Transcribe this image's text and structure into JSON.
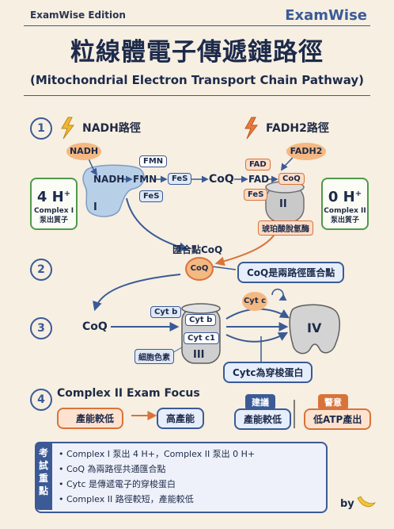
{
  "header": {
    "edition": "ExamWise Edition",
    "brand": "ExamWise"
  },
  "title": "粒線體電子傳遞鏈路徑",
  "subtitle": "(Mitochondrial Electron Transport Chain Pathway)",
  "section1": {
    "number": "1",
    "nadh_title": "NADH路徑",
    "fadh2_title": "FADH2路徑",
    "nadh_blob": "NADH",
    "fadh2_blob": "FADH2",
    "chain_nadh": "NADH",
    "chain_fmn": "FMN",
    "fmn_tag": "FMN",
    "fes_tag1": "FeS",
    "fes_tag2": "FeS",
    "coq": "CoQ",
    "fad_tag": "FAD",
    "chain_fad": "FAD",
    "coq_tag": "CoQ",
    "fes_tag3": "FeS",
    "complex1_roman": "I",
    "complex2_roman": "II",
    "left_box": {
      "value": "4 H",
      "sup": "+",
      "line1": "Complex I",
      "line2": "泵出質子"
    },
    "right_box": {
      "value": "0 H",
      "sup": "+",
      "line1": "Complex II",
      "line2": "泵出質子"
    },
    "succinate": "琥珀酸脫氫酶"
  },
  "section2": {
    "number": "2",
    "merge_label": "匯合點CoQ",
    "coq_circle": "CoQ",
    "note": "CoQ是兩路徑匯合點"
  },
  "section3": {
    "number": "3",
    "coq": "CoQ",
    "cytb_tag": "Cyt b",
    "cytb_inner": "Cyt b",
    "cytc1_inner": "Cyt c1",
    "complex3_roman": "III",
    "cytc": "Cyt c",
    "complex4_roman": "IV",
    "cyt_label": "細胞色素",
    "note": "Cytc為穿梭蛋白"
  },
  "section4": {
    "number": "4",
    "heading": "Complex II Exam Focus",
    "low_energy": "產能較低",
    "high_energy": "高產能",
    "suggest_head": "建議",
    "suggest_body": "產能較低",
    "warn_head": "警意",
    "warn_body": "低ATP產出"
  },
  "summary": {
    "side": [
      "考",
      "試",
      "重",
      "點"
    ],
    "items": [
      "• Complex I 泵出 4 H+，Complex II 泵出 0 H+",
      "• CoQ 為兩路徑共通匯合點",
      "• Cytc 是傳遞電子的穿梭蛋白",
      "• Complex II 路徑較短，產能較低"
    ]
  },
  "footer": {
    "by": "by"
  },
  "colors": {
    "navy": "#3b5a96",
    "orange": "#d9733a",
    "green": "#4f9a4a",
    "cream": "#f6efe2"
  }
}
